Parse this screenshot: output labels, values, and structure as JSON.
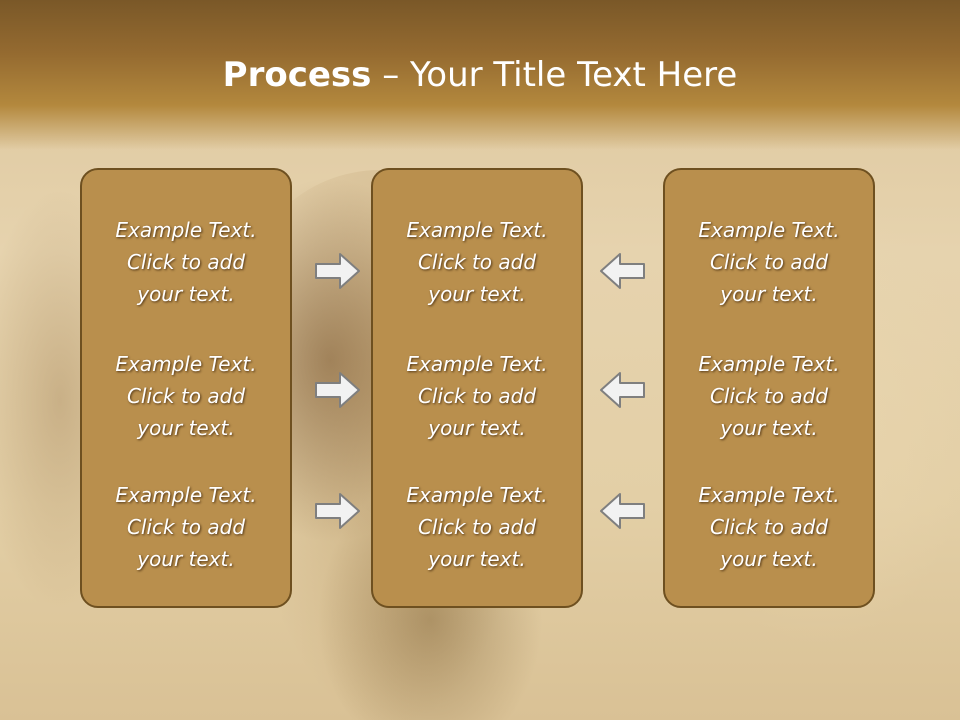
{
  "slide": {
    "title_bold": "Process",
    "title_separator": " – ",
    "title_rest": "Your Title Text Here",
    "columns": [
      {
        "items": [
          {
            "line1": "Example Text.",
            "line2": "Click  to add",
            "line3": "your text."
          },
          {
            "line1": "Example Text.",
            "line2": "Click  to add",
            "line3": "your text."
          },
          {
            "line1": "Example Text.",
            "line2": "Click  to add",
            "line3": "your text."
          }
        ]
      },
      {
        "items": [
          {
            "line1": "Example Text.",
            "line2": "Click  to add",
            "line3": "your text."
          },
          {
            "line1": "Example Text.",
            "line2": "Click  to add",
            "line3": "your text."
          },
          {
            "line1": "Example Text.",
            "line2": "Click  to add",
            "line3": "your text."
          }
        ]
      },
      {
        "items": [
          {
            "line1": "Example Text.",
            "line2": "Click  to add",
            "line3": "your text."
          },
          {
            "line1": "Example Text.",
            "line2": "Click  to add",
            "line3": "your text."
          },
          {
            "line1": "Example Text.",
            "line2": "Click  to add",
            "line3": "your text."
          }
        ]
      }
    ],
    "arrows": {
      "left_to_center": [
        "arrow-right-icon",
        "arrow-right-icon",
        "arrow-right-icon"
      ],
      "right_to_center": [
        "arrow-left-icon",
        "arrow-left-icon",
        "arrow-left-icon"
      ]
    }
  },
  "colors": {
    "header": "#946a30",
    "box_fill": "#b98f4d",
    "box_border": "#6e5020",
    "text": "#ffffff",
    "arrow_fill": "#f2f2f2",
    "arrow_stroke": "#7f7f7f"
  }
}
